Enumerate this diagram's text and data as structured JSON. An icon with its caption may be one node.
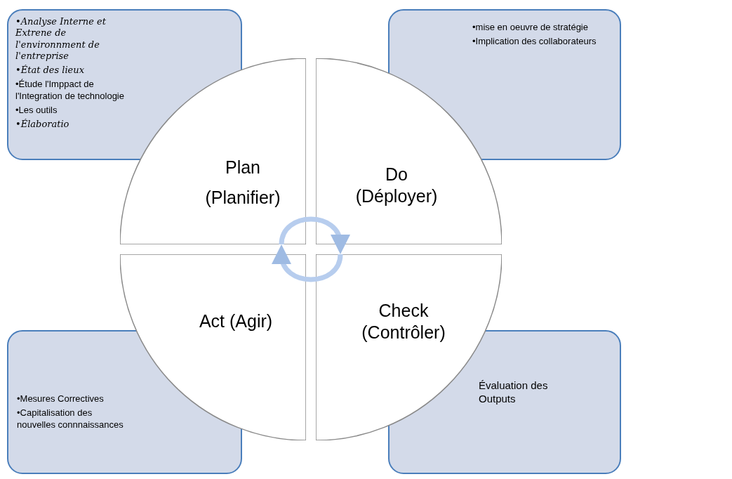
{
  "diagram": {
    "nodes": [
      {
        "text": [
          "•Analyse Interne et Extrene de l'environnment de l'entreprise",
          "•État des lieux",
          "•Étude l'Imppact de l'Integration de technologie",
          "•Les outils",
          "•Élaboratio"
        ]
      },
      {
        "text": [
          "•mise en oeuvre de stratégie",
          "•Implication des collaborateurs"
        ]
      },
      {
        "text": [
          "Plan",
          "(Planifier)"
        ]
      },
      {
        "text": [
          "Do (Déployer)"
        ]
      },
      {
        "text": [
          "Act (Agir)"
        ]
      },
      {
        "text": [
          "Check (Contrôler)"
        ]
      },
      {
        "text": [
          "•Mesures Correctives",
          "•Capitalisation des nouvelles connnaissances"
        ]
      },
      {
        "text": [
          "Évaluation des Outputs"
        ]
      }
    ],
    "edges": [
      {
        "from": 2,
        "to": 3,
        "arrow": "to"
      },
      {
        "from": 5,
        "to": 4,
        "arrow": "to"
      }
    ]
  }
}
